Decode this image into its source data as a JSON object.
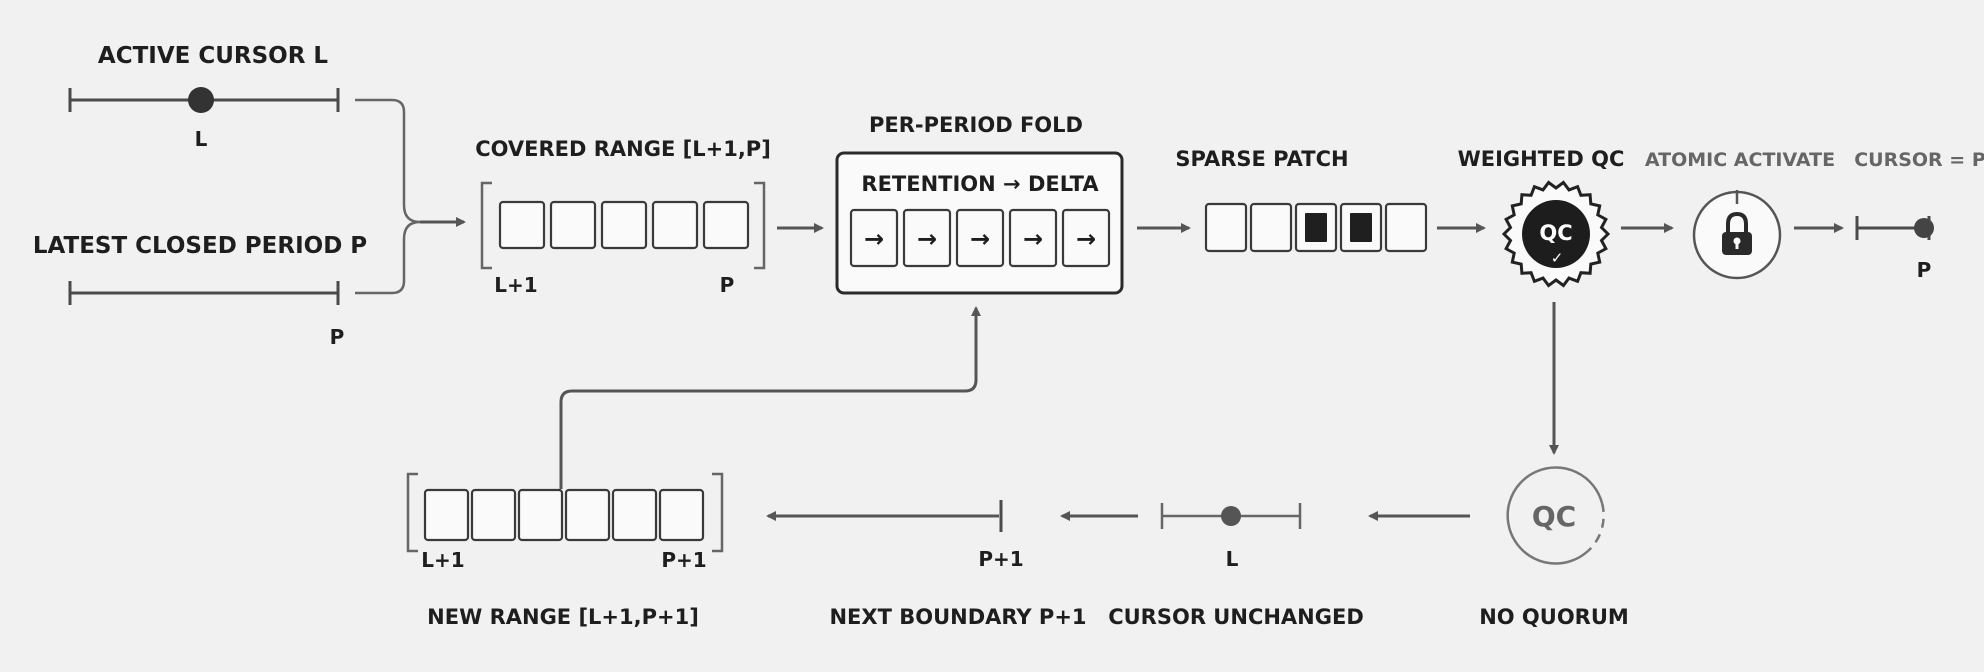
{
  "input": {
    "active_cursor_label": "ACTIVE CURSOR L",
    "active_cursor_marker": "L",
    "latest_closed_label": "LATEST CLOSED PERIOD P",
    "latest_closed_marker": "P"
  },
  "covered_range": {
    "title": "COVERED RANGE [L+1,P]",
    "start": "L+1",
    "end": "P",
    "cell_count": 5
  },
  "fold": {
    "title": "PER-PERIOD FOLD",
    "subtitle": "RETENTION → DELTA",
    "arrow_glyph": "→",
    "cell_count": 5
  },
  "sparse_patch": {
    "title": "SPARSE PATCH",
    "cells": [
      "empty",
      "empty",
      "filled",
      "filled",
      "empty"
    ]
  },
  "weighted_qc": {
    "title": "WEIGHTED QC",
    "badge": "QC",
    "check": "✓"
  },
  "atomic_activate": {
    "title": "ATOMIC ACTIVATE",
    "icon": "lock-icon"
  },
  "cursor_result": {
    "title": "CURSOR = P",
    "marker": "P"
  },
  "no_quorum": {
    "title": "NO QUORUM",
    "badge": "QC"
  },
  "cursor_unchanged": {
    "title": "CURSOR UNCHANGED",
    "marker": "L"
  },
  "next_boundary": {
    "title": "NEXT BOUNDARY P+1",
    "marker": "P+1"
  },
  "new_range": {
    "title": "NEW RANGE [L+1,P+1]",
    "start": "L+1",
    "end": "P+1",
    "cell_count": 6
  },
  "colors": {
    "ink": "#1e1e1e",
    "line": "#4a4a4a",
    "muted": "#666666",
    "background": "#f1f1f1"
  }
}
